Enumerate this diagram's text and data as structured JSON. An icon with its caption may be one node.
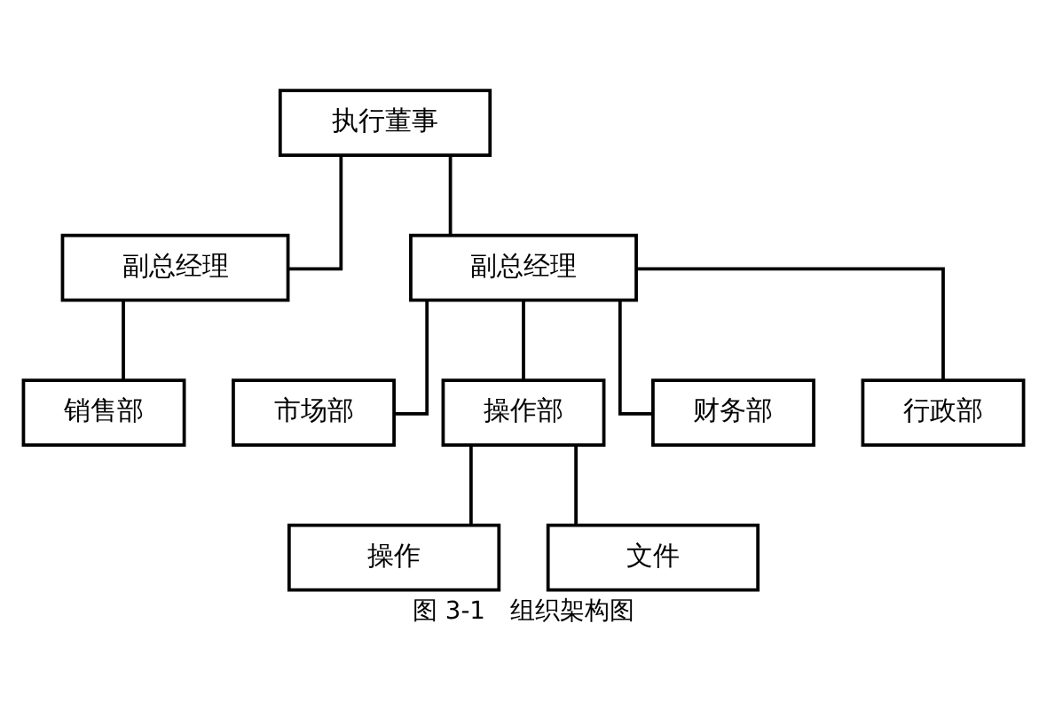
{
  "diagram": {
    "caption": "图 3-1　组织架构图",
    "nodes": [
      {
        "text": [
          "执行董事"
        ]
      },
      {
        "text": [
          "副总经理"
        ]
      },
      {
        "text": [
          "副总经理"
        ]
      },
      {
        "text": [
          "销售部"
        ]
      },
      {
        "text": [
          "市场部"
        ]
      },
      {
        "text": [
          "操作部"
        ]
      },
      {
        "text": [
          "财务部"
        ]
      },
      {
        "text": [
          "行政部"
        ]
      },
      {
        "text": [
          "操作"
        ]
      },
      {
        "text": [
          "文件"
        ]
      }
    ],
    "edges": [
      {
        "from": 0,
        "to": 1,
        "arrow": "none"
      },
      {
        "from": 0,
        "to": 2,
        "arrow": "none"
      },
      {
        "from": 1,
        "to": 3,
        "arrow": "none"
      },
      {
        "from": 2,
        "to": 4,
        "arrow": "none"
      },
      {
        "from": 2,
        "to": 5,
        "arrow": "none"
      },
      {
        "from": 2,
        "to": 6,
        "arrow": "none"
      },
      {
        "from": 2,
        "to": 7,
        "arrow": "none"
      },
      {
        "from": 5,
        "to": 8,
        "arrow": "none"
      },
      {
        "from": 5,
        "to": 9,
        "arrow": "none"
      }
    ]
  }
}
